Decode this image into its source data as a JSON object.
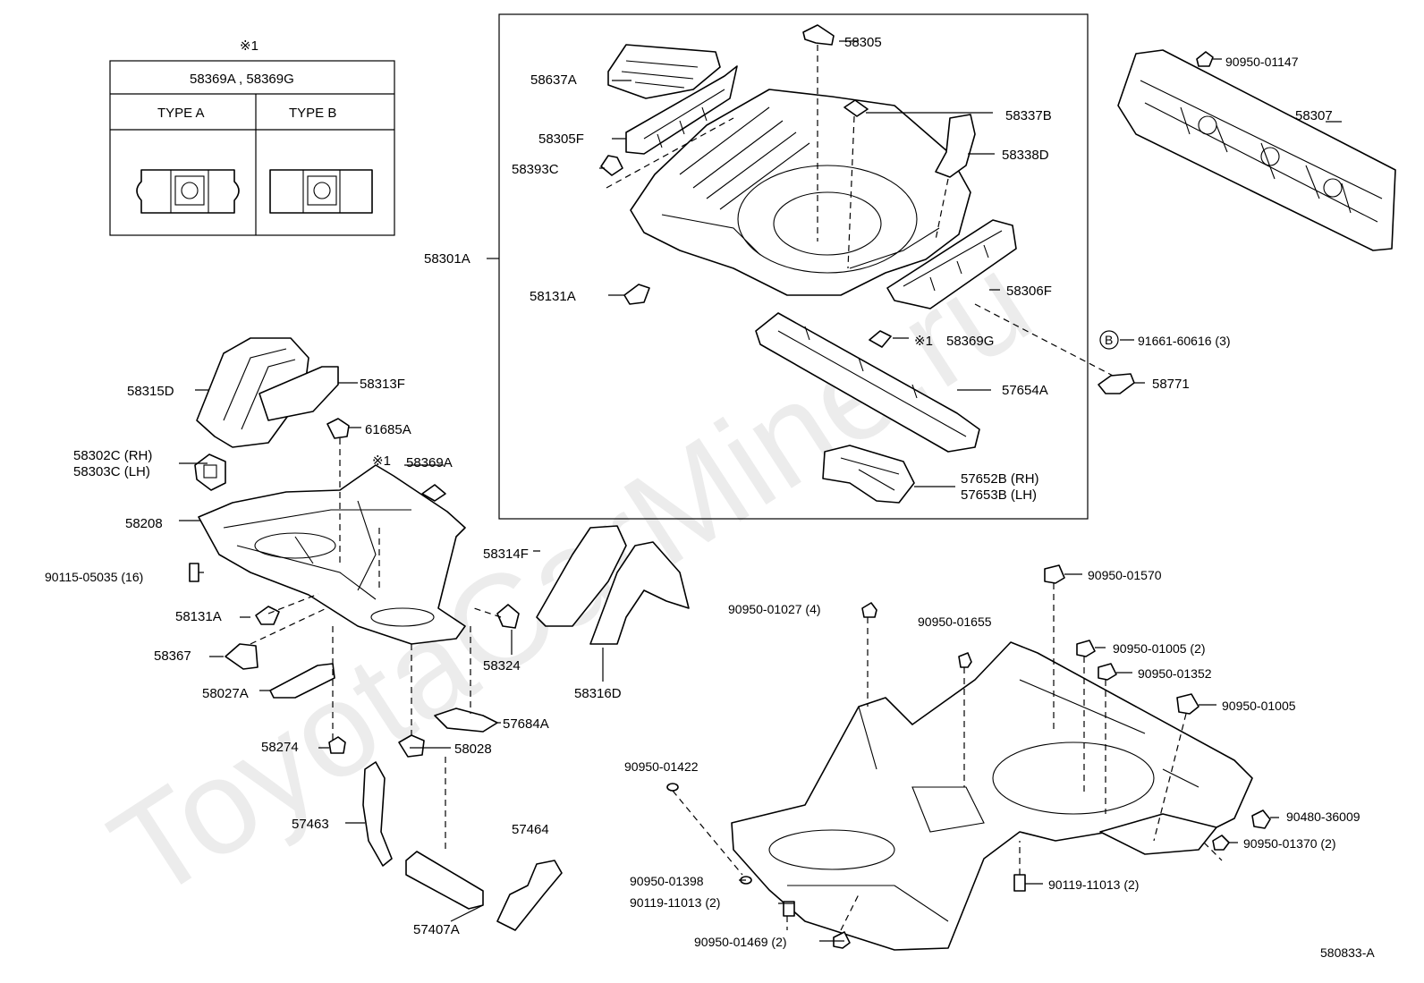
{
  "watermark": "ToyotaCarMine.ru",
  "note_table": {
    "symbol": "※1",
    "header": "58369A , 58369G",
    "type_a": "TYPE  A",
    "type_b": "TYPE  B"
  },
  "labels": {
    "p58305": "58305",
    "p58637A": "58637A",
    "p58337B": "58337B",
    "p58338D": "58338D",
    "p58305F": "58305F",
    "p58393C": "58393C",
    "p58301A": "58301A",
    "p58131A_top": "58131A",
    "p58306F": "58306F",
    "p58369G_mark": "※1",
    "p58369G": "58369G",
    "p57654A": "57654A",
    "p57652B": "57652B (RH)",
    "p57653B": "57653B (LH)",
    "p90950_01147": "90950-01147",
    "p58307": "58307",
    "p91661": "91661-60616 (3)",
    "p91661_mark": "B",
    "p58771": "58771",
    "p58315D": "58315D",
    "p58313F": "58313F",
    "p61685A": "61685A",
    "p58302C": "58302C (RH)",
    "p58303C": "58303C (LH)",
    "p58369A_mark": "※1",
    "p58369A": "58369A",
    "p58208": "58208",
    "p90115": "90115-05035 (16)",
    "p58131A_bot": "58131A",
    "p58367": "58367",
    "p58027A": "58027A",
    "p58274": "58274",
    "p58314F": "58314F",
    "p58324": "58324",
    "p58316D": "58316D",
    "p57684A": "57684A",
    "p58028": "58028",
    "p57463": "57463",
    "p57464": "57464",
    "p57407A": "57407A",
    "p90950_01570": "90950-01570",
    "p90950_01027": "90950-01027 (4)",
    "p90950_01655": "90950-01655",
    "p90950_01005_2": "90950-01005 (2)",
    "p90950_01352": "90950-01352",
    "p90950_01005": "90950-01005",
    "p90950_01422": "90950-01422",
    "p90480": "90480-36009",
    "p90950_01370": "90950-01370 (2)",
    "p90950_01398": "90950-01398",
    "p90119_a": "90119-11013 (2)",
    "p90119_b": "90119-11013 (2)",
    "p90950_01469": "90950-01469 (2)",
    "drawing_no": "580833-A"
  }
}
